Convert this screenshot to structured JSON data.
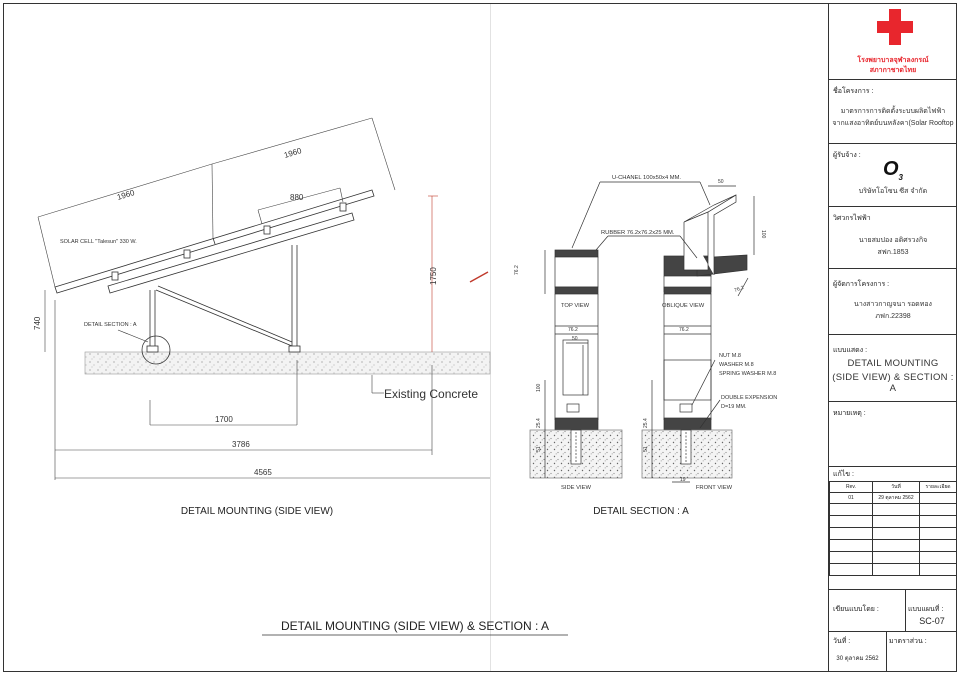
{
  "side_view": {
    "dims": {
      "d1960_a": "1960",
      "d1960_b": "1960",
      "d880": "880",
      "d1750": "1750",
      "d740": "740",
      "d1700": "1700",
      "d3786": "3786",
      "d4565": "4565"
    },
    "solar_cell_label": "SOLAR CELL \"Talesun\" 330 W.",
    "detail_section_label": "DETAIL SECTION : A",
    "existing_concrete": "Existing Concrete",
    "title": "DETAIL MOUNTING (SIDE VIEW)"
  },
  "section_a": {
    "u_channel": "U-CHANEL 100x50x4 MM.",
    "rubber": "RUBBER 76.2x76.2x25 MM.",
    "top_view": "TOP VIEW",
    "oblique_view": "OBLIQUE VIEW",
    "side_view": "SIDE VIEW",
    "front_view": "FRONT VIEW",
    "nut": "NUT  M.8",
    "washer": "WASHER M.8",
    "spring_washer": "SPRING WASHER M.8",
    "double_expansion": "DOUBLE EXPENSION",
    "d19": "D=19 MM.",
    "dims": {
      "d50": "50",
      "d100": "100",
      "d762_a": "76.2",
      "d762_b": "76.2",
      "d762_c": "76.2",
      "d762_d": "76.2",
      "d50b": "50",
      "d100b": "100",
      "d254_a": "25.4",
      "d254_b": "25.4",
      "d51_a": "51",
      "d51_b": "51",
      "d19": "19",
      "d762_e": "76.2"
    },
    "title": "DETAIL SECTION : A"
  },
  "main_title": "DETAIL MOUNTING (SIDE VIEW) & SECTION : A",
  "title_block": {
    "org_line1": "โรงพยาบาลจุฬาลงกรณ์",
    "org_line2": "สภากาชาดไทย",
    "project_label": "ชื่อโครงการ :",
    "project_line1": "มาตรการการติดตั้งระบบผลิตไฟฟ้า",
    "project_line2": "จากแสงอาทิตย์บนหลังคา(Solar Rooftop",
    "contractor_label": "ผู้รับจ้าง :",
    "contractor_logo": "O",
    "contractor_logo_sub": "3",
    "contractor_name": "บริษัทโอโซน ซีส จำกัด",
    "engineer_label": "วิศวกรไฟฟ้า",
    "engineer_name": "นายสมปอง อดิศรวงกิจ",
    "engineer_license": "สฟก.1853",
    "manager_label": "ผู้จัดการโครงการ :",
    "manager_name": "นางสาวกาญจนา รอดทอง",
    "manager_license": "ภฟก.22398",
    "drawing_label": "แบบแสดง :",
    "drawing_line1": "DETAIL MOUNTING",
    "drawing_line2": "(SIDE VIEW) & SECTION : A",
    "remarks_label": "หมายเหตุ :",
    "revision_label": "แก้ไข :",
    "rev_headers": [
      "Rev.",
      "วันที่",
      "รายละเอียด"
    ],
    "rev_rows": [
      [
        "01",
        "29 ตุลาคม 2562",
        ""
      ]
    ],
    "designer_label": "เขียนแบบโดย :",
    "sheet_label": "แบบแผนที่ :",
    "sheet_no": "SC-07",
    "date_label": "วันที่ :",
    "date_value": "30 ตุลาคม 2562",
    "scale_label": "มาตราส่วน :"
  },
  "colors": {
    "red_cross": "#e8262d",
    "rubber": "#444444",
    "dim_red": "#c0392b"
  }
}
